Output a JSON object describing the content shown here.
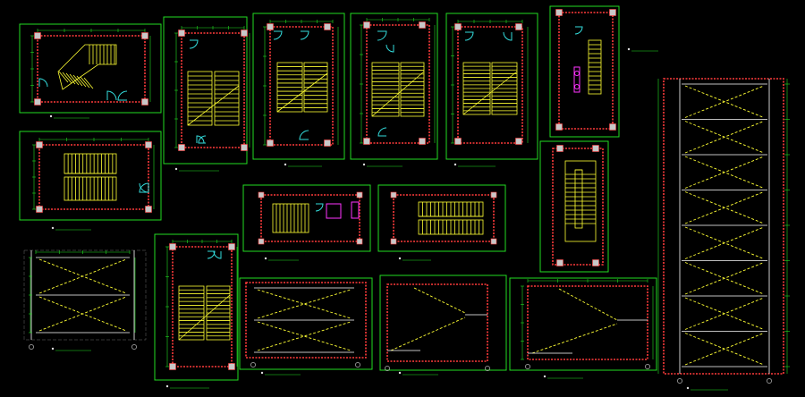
{
  "colors": {
    "background": "#000000",
    "frame": "#22dd22",
    "wall": "#ff3b3b",
    "stair": "#ffff33",
    "door": "#33dddd",
    "column": "#c8c8c8",
    "fixture": "#ff33ff"
  },
  "sheets": [
    {
      "name": "plan-1",
      "kind": "plan-landing"
    },
    {
      "name": "plan-2",
      "kind": "plan-double-run"
    },
    {
      "name": "plan-3",
      "kind": "plan-single-run"
    },
    {
      "name": "plan-4",
      "kind": "plan-double-run-doors"
    },
    {
      "name": "plan-5",
      "kind": "plan-double-run"
    },
    {
      "name": "plan-6",
      "kind": "plan-narrow"
    },
    {
      "name": "plan-7",
      "kind": "plan-straight"
    },
    {
      "name": "plan-8",
      "kind": "plan-straight"
    },
    {
      "name": "plan-9",
      "kind": "plan-straight"
    },
    {
      "name": "plan-10",
      "kind": "plan-single-flight"
    },
    {
      "name": "plan-11",
      "kind": "plan-double-run"
    },
    {
      "name": "section-1",
      "kind": "section-scissor"
    },
    {
      "name": "section-2",
      "kind": "section-scissor"
    },
    {
      "name": "section-3",
      "kind": "section-single"
    },
    {
      "name": "section-4",
      "kind": "section-single"
    },
    {
      "name": "section-5",
      "kind": "section-tall-scissor"
    }
  ]
}
